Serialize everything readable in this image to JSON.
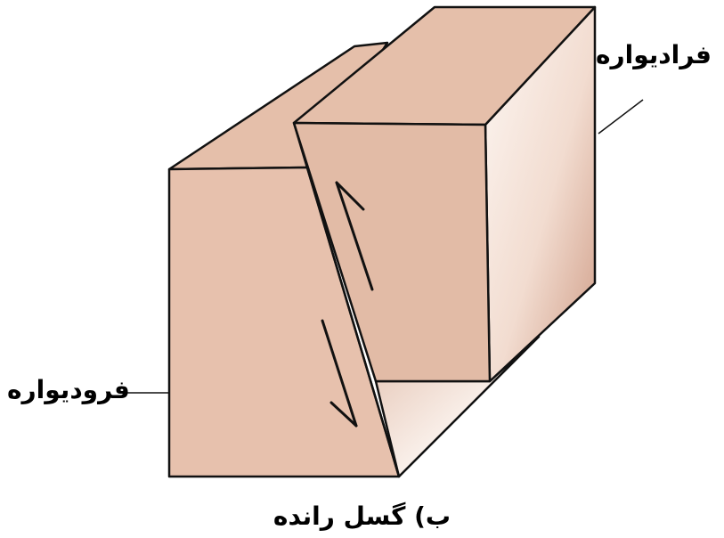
{
  "labels": {
    "hanging_wall": "فرادیواره",
    "foot_wall": "فرودیواره"
  },
  "caption": "ب) گسل رانده",
  "colors": {
    "block_front": "#e7c1ad",
    "block_top": "#e5bfaa",
    "fault_plane": "#dfb7a4",
    "side_light": "#faf1ec",
    "side_dark": "#d2a08b",
    "outline": "#111111"
  }
}
